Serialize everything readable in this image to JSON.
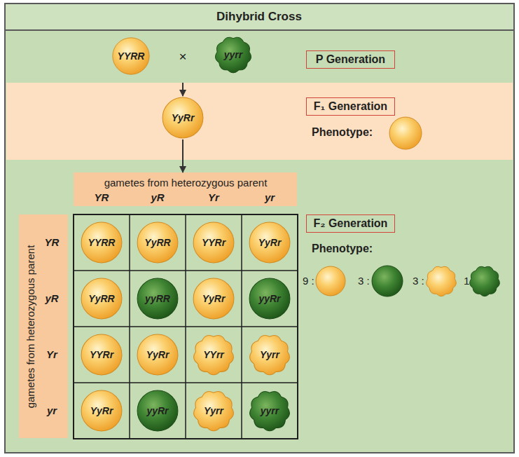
{
  "diagram": {
    "title": "Dihybrid Cross",
    "nodes": [
      {
        "text": [
          "×"
        ]
      },
      {
        "text": [
          "YYRR"
        ],
        "in": 0
      },
      {
        "text": [
          "yyrr"
        ],
        "in": 0
      },
      {
        "text": [
          "P Generation"
        ],
        "in": 0
      },
      {
        "text": [
          "Phenotype:"
        ]
      },
      {
        "text": [
          "YyRr"
        ],
        "in": 4
      },
      {
        "text": [
          "F₁ Generation"
        ],
        "in": 4
      },
      {
        "text": [
          "Phenotype:",
          "9 :",
          "3 :",
          "3 :",
          "1"
        ]
      },
      {
        "text": [
          "gametes from heterozygous parent",
          "YR",
          "yR",
          "Yr",
          "yr"
        ],
        "in": 7
      },
      {
        "text": [
          "gametes from heterozygous parent",
          "YR",
          "yR",
          "Yr",
          "yr"
        ],
        "in": 7
      },
      {
        "text": [
          "F₂ Generation"
        ],
        "in": 7
      },
      {
        "text": [
          "YYRR"
        ],
        "in": 7
      },
      {
        "text": [
          "YyRR"
        ],
        "in": 7
      },
      {
        "text": [
          "YYRr"
        ],
        "in": 7
      },
      {
        "text": [
          "YyRr"
        ],
        "in": 7
      },
      {
        "text": [
          "YyRR"
        ],
        "in": 7
      },
      {
        "text": [
          "yyRR"
        ],
        "in": 7
      },
      {
        "text": [
          "YyRr"
        ],
        "in": 7
      },
      {
        "text": [
          "yyRr"
        ],
        "in": 7
      },
      {
        "text": [
          "YYRr"
        ],
        "in": 7
      },
      {
        "text": [
          "YyRr"
        ],
        "in": 7
      },
      {
        "text": [
          "YYrr"
        ],
        "in": 7
      },
      {
        "text": [
          "Yyrr"
        ],
        "in": 7
      },
      {
        "text": [
          "YyRr"
        ],
        "in": 7
      },
      {
        "text": [
          "yyRr"
        ],
        "in": 7
      },
      {
        "text": [
          "Yyrr"
        ],
        "in": 7
      },
      {
        "text": [
          "yyrr"
        ],
        "in": 7
      }
    ],
    "edges": [
      {
        "from": 0,
        "to": 5,
        "arrow": "to"
      },
      {
        "from": 5,
        "to": 8,
        "arrow": "to"
      }
    ]
  }
}
